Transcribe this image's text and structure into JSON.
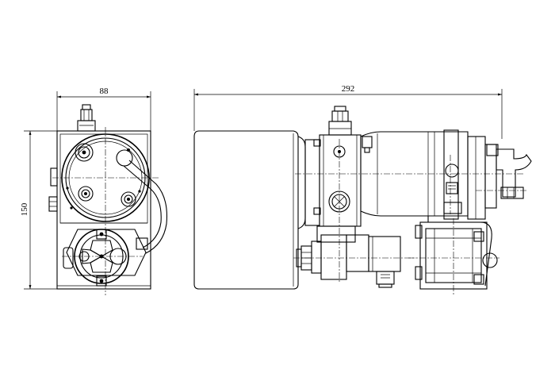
{
  "dimensions": {
    "front_width": "88",
    "front_height": "150",
    "side_length": "292"
  }
}
